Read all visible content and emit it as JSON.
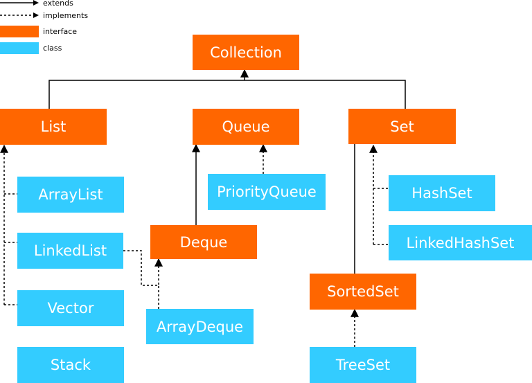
{
  "legend": {
    "extends": "extends",
    "implements": "implements",
    "interface": "interface",
    "class": "class"
  },
  "colors": {
    "interface": "#ff6600",
    "class": "#33ccff",
    "line": "#000000"
  },
  "nodes": {
    "collection": "Collection",
    "list": "List",
    "queue": "Queue",
    "set": "Set",
    "arraylist": "ArrayList",
    "linkedlist": "LinkedList",
    "vector": "Vector",
    "stack": "Stack",
    "priorityqueue": "PriorityQueue",
    "deque": "Deque",
    "arraydeque": "ArrayDeque",
    "hashset": "HashSet",
    "linkedhashset": "LinkedHashSet",
    "sortedset": "SortedSet",
    "treeset": "TreeSet"
  }
}
